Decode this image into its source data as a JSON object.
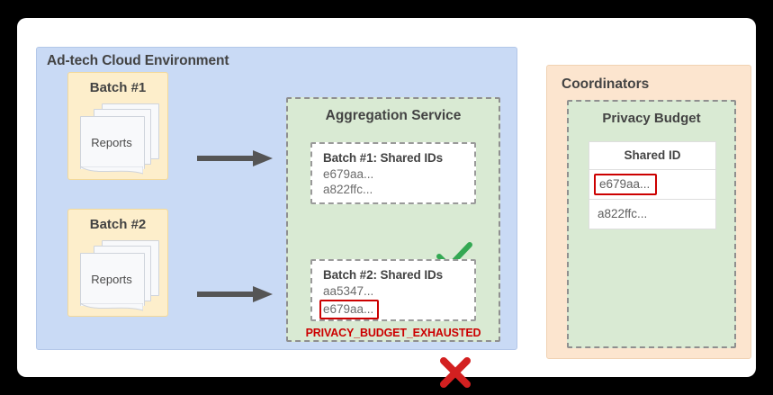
{
  "adtech": {
    "title": "Ad-tech Cloud Environment",
    "batches": [
      {
        "title": "Batch #1",
        "doc_label": "Reports"
      },
      {
        "title": "Batch #2",
        "doc_label": "Reports"
      }
    ],
    "arrow_icon": "arrow-right-icon"
  },
  "aggregation": {
    "title": "Aggregation Service",
    "groups": [
      {
        "heading": "Batch #1: Shared IDs",
        "ids": [
          "e679aa...",
          "a822ffc..."
        ],
        "highlighted_id": "",
        "status_icon": "green-check-icon",
        "status": "accepted",
        "error": ""
      },
      {
        "heading": "Batch #2: Shared IDs",
        "ids": [
          "aa5347...",
          "e679aa..."
        ],
        "highlighted_id": "e679aa...",
        "status_icon": "red-x-icon",
        "status": "rejected",
        "error": "PRIVACY_BUDGET_EXHAUSTED"
      }
    ]
  },
  "coordinators": {
    "title": "Coordinators",
    "privacy_budget": {
      "title": "Privacy Budget",
      "table": {
        "header": "Shared ID",
        "rows": [
          {
            "value": "e679aa...",
            "highlighted": true
          },
          {
            "value": "a822ffc...",
            "highlighted": false
          }
        ]
      }
    }
  },
  "colors": {
    "adtech_bg": "#c9daf5",
    "batch_bg": "#fdeecb",
    "green_bg": "#d9ead3",
    "orange_bg": "#fce5cf",
    "check_green": "#34a853",
    "error_red": "#cc0000",
    "text_dark": "#434343",
    "text_muted": "#6b6b6b",
    "arrow_gray": "#555555"
  }
}
